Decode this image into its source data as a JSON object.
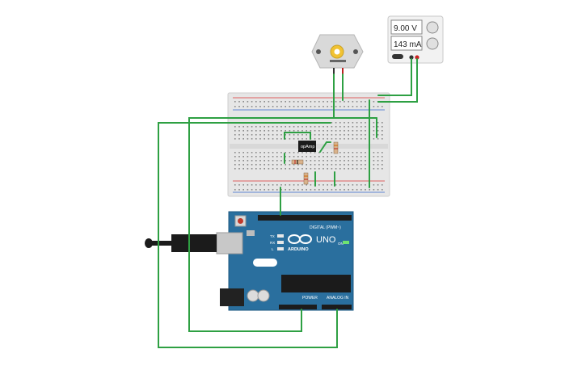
{
  "power_supply": {
    "voltage_display": "9.00 V",
    "current_display": "143 mA"
  },
  "opamp": {
    "label": "opAmp"
  },
  "arduino": {
    "model": "UNO",
    "brand": "ARDUINO",
    "digital_header": "DIGITAL (PWM~)",
    "power_header": "POWER",
    "analog_header": "ANALOG IN",
    "led_labels": [
      "TX",
      "RX",
      "L"
    ],
    "on_label": "ON"
  },
  "colors": {
    "wire": "#2ea043",
    "board": "#2a6f9e",
    "breadboard": "#e9e9e9",
    "rail_red": "#d33",
    "rail_blue": "#3366cc"
  }
}
